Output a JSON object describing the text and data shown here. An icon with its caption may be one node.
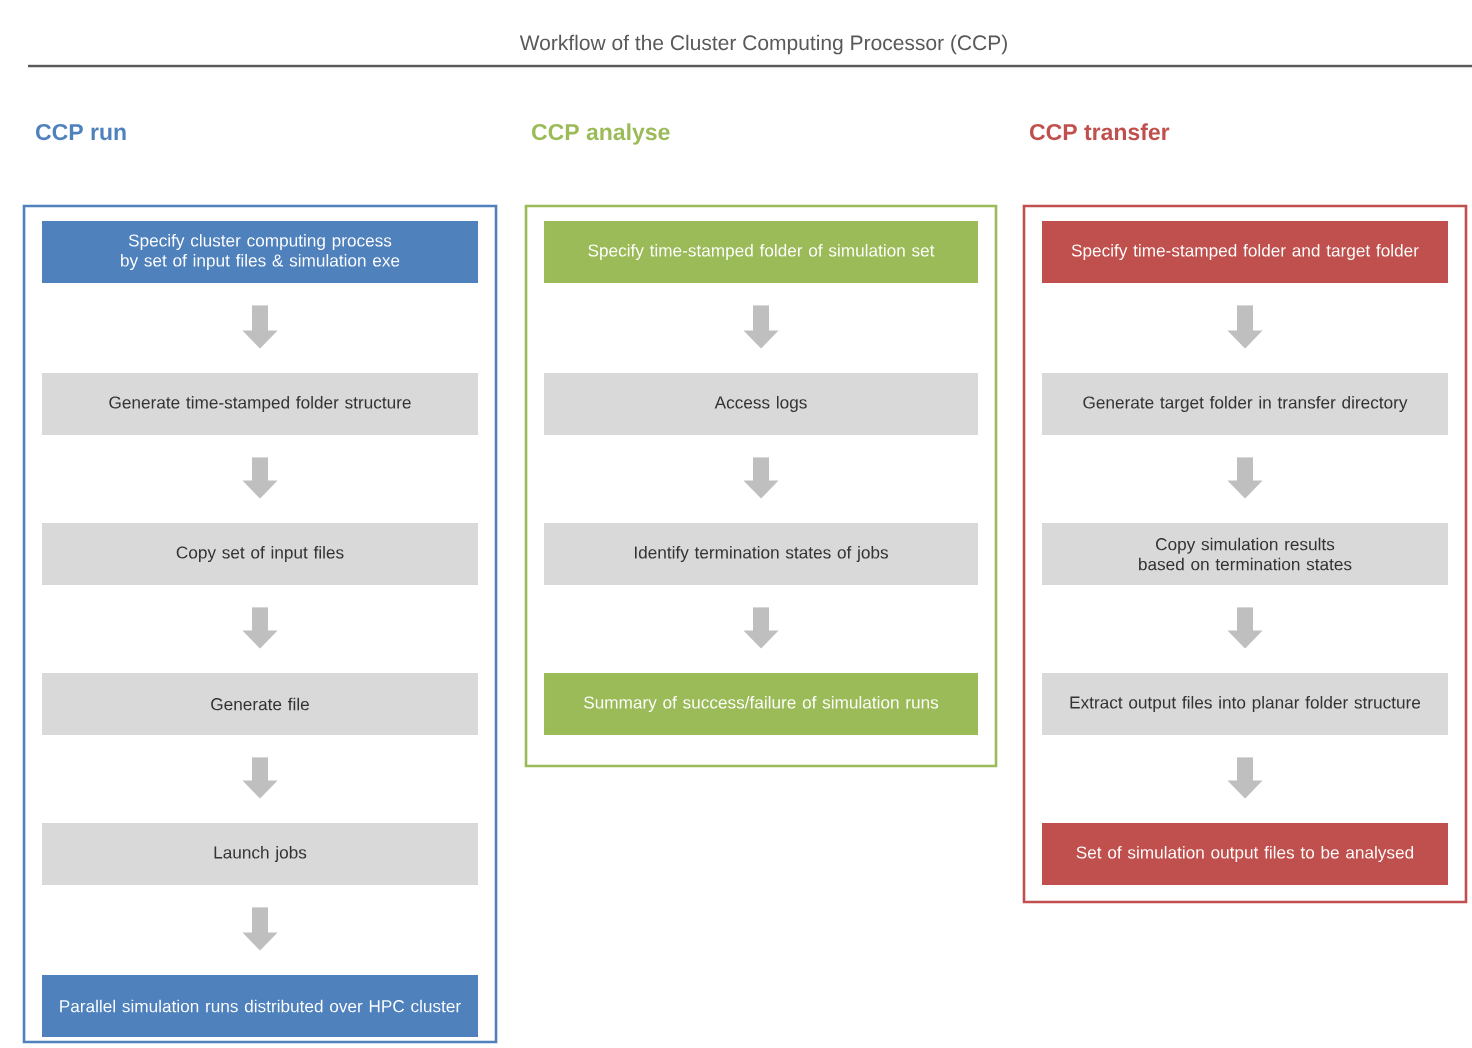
{
  "diagram": {
    "title": "Workflow of the Cluster Computing Processor (CCP)",
    "nodes": [
      {
        "text": [
          "CCP run"
        ]
      },
      {
        "text": [
          "Specify cluster computing process by set of input files & simulation exe"
        ],
        "in": 0
      },
      {
        "text": [
          "Generate time-stamped folder structure"
        ],
        "in": 0
      },
      {
        "text": [
          "Copy set of input files"
        ],
        "in": 0
      },
      {
        "text": [
          "Generate file"
        ],
        "in": 0
      },
      {
        "text": [
          "Launch jobs"
        ],
        "in": 0
      },
      {
        "text": [
          "Parallel simulation runs distributed over HPC cluster"
        ],
        "in": 0
      },
      {
        "text": [
          "CCP analyse"
        ]
      },
      {
        "text": [
          "Specify time-stamped folder of simulation set"
        ],
        "in": 7
      },
      {
        "text": [
          "Access logs"
        ],
        "in": 7
      },
      {
        "text": [
          "Identify termination states of jobs"
        ],
        "in": 7
      },
      {
        "text": [
          "Summary of success/failure of simulation runs"
        ],
        "in": 7
      },
      {
        "text": [
          "CCP transfer"
        ]
      },
      {
        "text": [
          "Specify time-stamped folder and target folder"
        ],
        "in": 12
      },
      {
        "text": [
          "Generate target folder in transfer directory"
        ],
        "in": 12
      },
      {
        "text": [
          "Copy simulation results based on termination states"
        ],
        "in": 12
      },
      {
        "text": [
          "Extract output files into planar folder structure"
        ],
        "in": 12
      },
      {
        "text": [
          "Set of simulation output files to be analysed"
        ],
        "in": 12
      }
    ],
    "edges": [
      {
        "from": 1,
        "to": 2,
        "arrow": "to"
      },
      {
        "from": 2,
        "to": 3,
        "arrow": "to"
      },
      {
        "from": 3,
        "to": 4,
        "arrow": "to"
      },
      {
        "from": 4,
        "to": 5,
        "arrow": "to"
      },
      {
        "from": 5,
        "to": 6,
        "arrow": "to"
      },
      {
        "from": 8,
        "to": 9,
        "arrow": "to"
      },
      {
        "from": 9,
        "to": 10,
        "arrow": "to"
      },
      {
        "from": 10,
        "to": 11,
        "arrow": "to"
      },
      {
        "from": 13,
        "to": 14,
        "arrow": "to"
      },
      {
        "from": 14,
        "to": 15,
        "arrow": "to"
      },
      {
        "from": 15,
        "to": 16,
        "arrow": "to"
      },
      {
        "from": 16,
        "to": 17,
        "arrow": "to"
      }
    ]
  }
}
